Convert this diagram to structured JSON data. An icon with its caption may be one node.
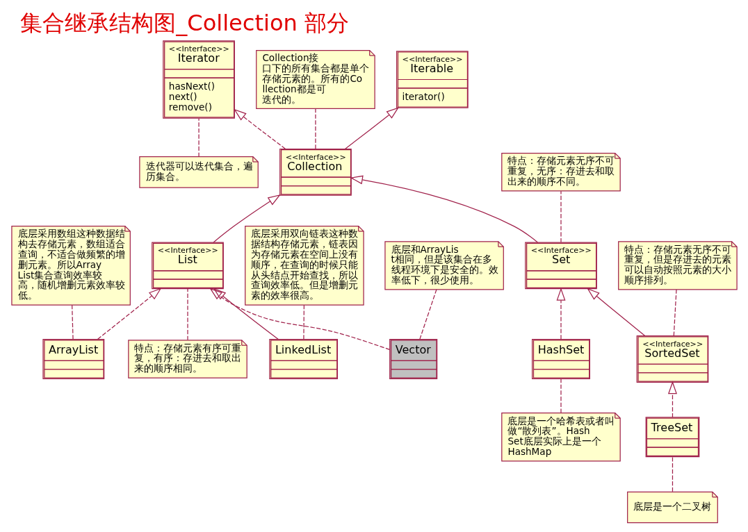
{
  "diagram": {
    "title": "集合继承结构图_Collection 部分",
    "nodes": [
      {
        "text": [
          "迭代器可以迭代集合，遍历集合。"
        ]
      },
      {
        "text": [
          "<<Interface>>",
          "Iterator",
          "hasNext()",
          "next()",
          "remove()"
        ]
      },
      {
        "text": [
          "<<Interface>>",
          "Iterable",
          "iterator()"
        ]
      },
      {
        "text": [
          "<<Interface>>",
          "Collection"
        ]
      },
      {
        "text": [
          "Collection接口下的所有集合都是单个存储元素的。所有的Collection都是可迭代的。"
        ]
      },
      {
        "text": [
          "特点：存储元素有序可重复，有序：存进去和取出来的顺序相同。"
        ]
      },
      {
        "text": [
          "<<Interface>>",
          "List"
        ]
      },
      {
        "text": [
          "底层是一个哈希表或者叫做“散列表”。HashSet底层实际上是一个HashMap"
        ]
      },
      {
        "text": [
          "<<Interface>>",
          "Set"
        ]
      },
      {
        "text": [
          "特点：存储元素无序不可重复，无序：存进去和取出来的顺序不同。"
        ]
      },
      {
        "text": [
          "特点：存储元素无序不可重复，但是存进去的元素可以自动按照元素的大小顺序排列。"
        ]
      },
      {
        "text": [
          "ArrayList"
        ]
      },
      {
        "text": [
          "LinkedList"
        ]
      },
      {
        "text": [
          "Vector"
        ]
      },
      {
        "text": [
          "HashSet"
        ]
      },
      {
        "text": [
          "<<Interface>>",
          "SortedSet"
        ]
      },
      {
        "text": [
          "底层是一个二叉树"
        ]
      },
      {
        "text": [
          "TreeSet"
        ]
      },
      {
        "text": [
          "底层采用数组这种数据结构去存储元素，数组适合查询，不适合做频繁的增删元素。所以ArrayList集合查询效率较高，随机增删元素效率较低。"
        ]
      },
      {
        "text": [
          "底层采用双向链表这种数据结构存储元素，链表因为存储元素在空间上没有顺序，在查询的时候只能从头结点开始查找，所以查询效率低。但是增删元素的效率很高。"
        ]
      },
      {
        "text": [
          "底层和ArrayList相同，但是该集合在多线程环境下是安全的。效率低下，很少使用。"
        ]
      }
    ],
    "edges": [
      {
        "from": 0,
        "to": 1,
        "arrow": "none",
        "style": "dashed"
      },
      {
        "from": 3,
        "to": 2,
        "arrow": "to"
      },
      {
        "from": 3,
        "to": 1,
        "arrow": "to",
        "style": "dashed"
      },
      {
        "from": 3,
        "to": 4,
        "arrow": "none",
        "style": "dashed"
      },
      {
        "from": 6,
        "to": 3,
        "arrow": "to"
      },
      {
        "from": 8,
        "to": 3,
        "arrow": "to"
      },
      {
        "from": 5,
        "to": 6,
        "arrow": "none",
        "style": "dashed"
      },
      {
        "from": 8,
        "to": 9,
        "arrow": "none",
        "style": "dashed"
      },
      {
        "from": 11,
        "to": 6,
        "arrow": "to",
        "style": "dashed"
      },
      {
        "from": 12,
        "to": 6,
        "arrow": "to"
      },
      {
        "from": 13,
        "to": 6,
        "arrow": "to",
        "style": "dashed"
      },
      {
        "from": 14,
        "to": 8,
        "arrow": "to",
        "style": "dashed"
      },
      {
        "from": 7,
        "to": 14,
        "arrow": "none",
        "style": "dashed"
      },
      {
        "from": 15,
        "to": 8,
        "arrow": "to"
      },
      {
        "from": 15,
        "to": 10,
        "arrow": "none",
        "style": "dashed"
      },
      {
        "from": 17,
        "to": 15,
        "arrow": "to",
        "style": "dashed"
      },
      {
        "from": 16,
        "to": 17,
        "arrow": "none",
        "style": "dashed"
      },
      {
        "from": 11,
        "to": 18,
        "arrow": "none",
        "style": "dashed"
      },
      {
        "from": 12,
        "to": 19,
        "arrow": "none",
        "style": "dashed"
      },
      {
        "from": 13,
        "to": 20,
        "arrow": "none",
        "style": "dashed"
      }
    ]
  }
}
